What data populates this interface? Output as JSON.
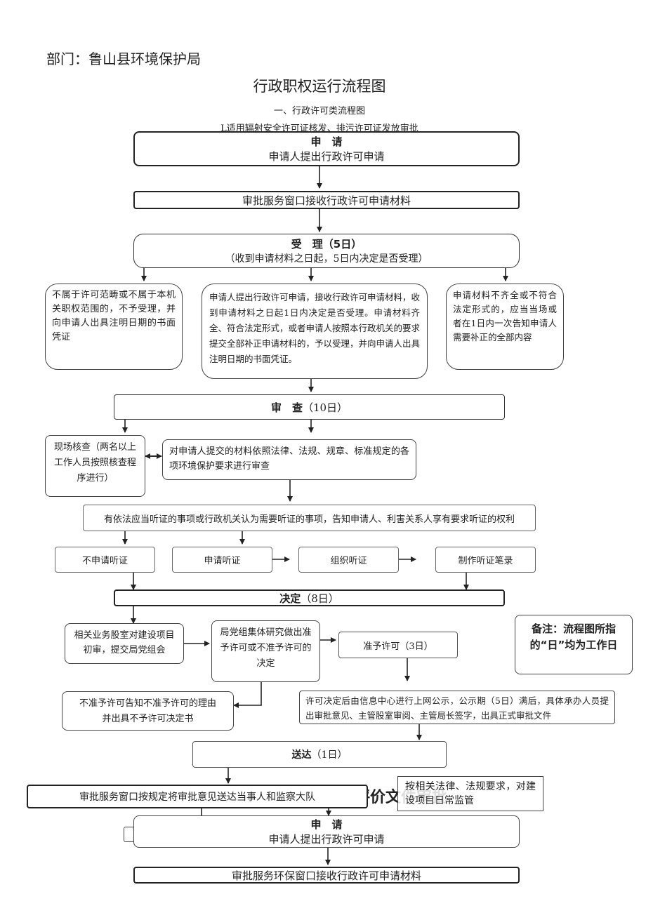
{
  "header": {
    "department": "部门：鲁山县环境保护局",
    "title": "行政职权运行流程图",
    "section": "一、行政许可类流程图",
    "subsection": "L适用辐射安全许可证核发、排污许可证发放审批"
  },
  "flow": {
    "apply": {
      "title": "申　请",
      "text": "申请人提出行政许可申请"
    },
    "receive": "审批服务窗口接收行政许可申请材料",
    "accept": {
      "title": "受　理（5日）",
      "text": "（收到申请材料之日起，5日内决定是否受理）"
    },
    "reject_scope": "不属于许可范畴或不属于本机关职权范围的，不予受理，并向申请人出具注明日期的书面凭证",
    "accept_detail": "申请人提出行政许可申请，接收行政许可申请材料，收到申请材料之日起1日内决定是否受理。申请材料齐全、符合法定形式，或者申请人按照本行政机关的要求提交全部补正申请材料的，予以受理，并向申请人出具注明日期的书面凭证。",
    "incomplete": "申请材料不齐全或不符合法定形式的，应当当场或者在1日内一次告知申请人需要补正的全部内容",
    "review": {
      "title": "审　查",
      "days": "（10日）"
    },
    "site_check": "现场核查（两名以上工作人员按照核查程序进行）",
    "review_detail": "对申请人提交的材料依照法律、法规、规章、标准规定的各项环境保护要求进行审查",
    "hearing_notice": "有依法应当听证的事项或行政机关认为需要听证的事项，告知申请人、利害关系人享有要求听证的权利",
    "no_hearing": "不申请听证",
    "apply_hearing": "申请听证",
    "organize_hearing": "组织听证",
    "hearing_record": "制作听证笔录",
    "decision": {
      "title": "决定",
      "days": "（8日）"
    },
    "preliminary": "相关业务股室对建设项目初审，提交局党组会",
    "party_group": "局党组集体研究做出准予许可或不准予许可的决定",
    "grant": "准予许可（3日）",
    "deny": "不准予许可告知不准予许可的理由并出具不予许可决定书",
    "publicity": "许可决定后由信息中心进行上网公示，公示期（5日）满后，具体承办人员提出审批意见、主管股室审阅、主管局长签字，出具正式审批文件",
    "note": "备注：流程图所指的“日”均为工作日",
    "deliver": {
      "title": "送达",
      "days": "（1日）"
    },
    "send": "审批服务窗口按规定将审批意见送达当事人和监察大队",
    "overlap_title": "评价文件审批",
    "supervise": "按相关法律、法规要求，对建设项目日常监管",
    "apply2": {
      "title": "申　请",
      "text": "申请人提出行政许可申请"
    },
    "receive2": "审批服务环保窗口接收行政许可申请材料"
  }
}
